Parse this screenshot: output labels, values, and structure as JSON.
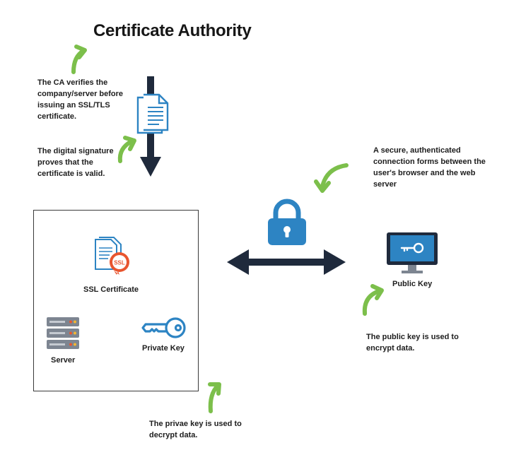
{
  "title": "Certificate Authority",
  "notes": {
    "ca_verifies": "The CA verifies the company/server before issuing an SSL/TLS certificate.",
    "digital_signature": "The digital signature proves that the certificate is valid.",
    "secure_connection": "A secure, authenticated connection forms between the user's browser and the web server",
    "public_key_note": "The public key is used to encrypt data.",
    "private_key_note": "The privae key is used to decrypt data."
  },
  "labels": {
    "ssl_certificate": "SSL Certificate",
    "server": "Server",
    "private_key": "Private Key",
    "public_key": "Public Key",
    "ssl_badge": "SSL"
  },
  "colors": {
    "navy": "#1f2a3c",
    "blue": "#2d84c3",
    "green": "#7cbf4b",
    "orange": "#e8552f"
  }
}
